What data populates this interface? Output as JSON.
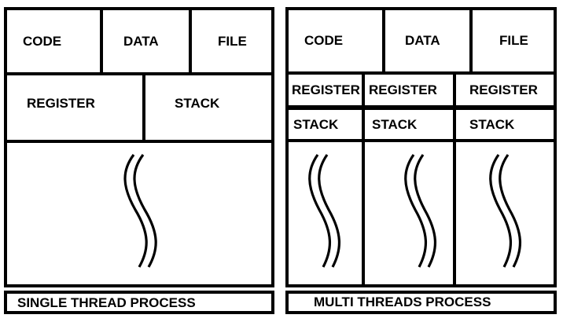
{
  "single": {
    "code": "CODE",
    "data": "DATA",
    "file": "FILE",
    "register": "REGISTER",
    "stack": "STACK",
    "caption": "SINGLE THREAD PROCESS"
  },
  "multi": {
    "code": "CODE",
    "data": "DATA",
    "file": "FILE",
    "threads": [
      {
        "register": "REGISTER",
        "stack": "STACK"
      },
      {
        "register": "REGISTER",
        "stack": "STACK"
      },
      {
        "register": "REGISTER",
        "stack": "STACK"
      }
    ],
    "caption": "MULTI THREADS PROCESS"
  },
  "colors": {
    "line": "#000000",
    "background": "#ffffff"
  },
  "icons": {
    "thread": "wavy-double-line-icon"
  }
}
